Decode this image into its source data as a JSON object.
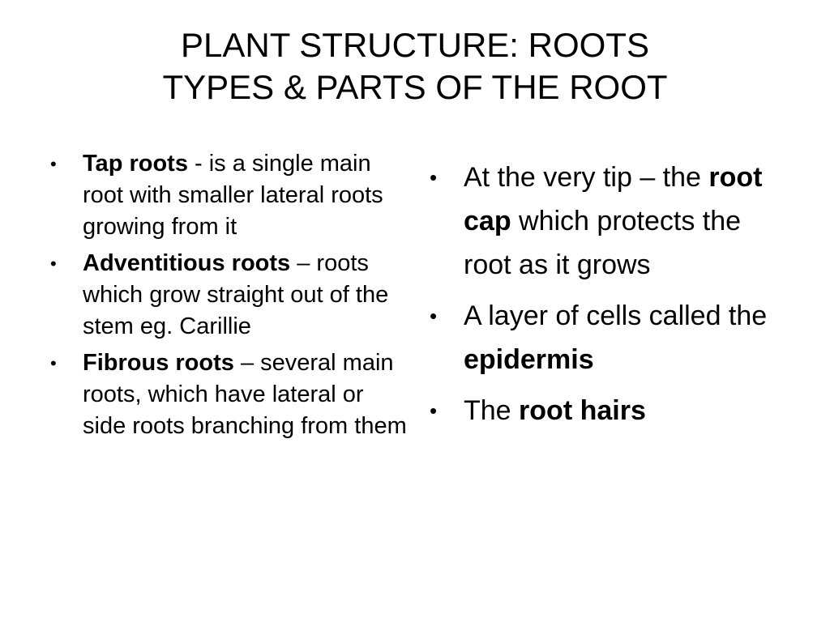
{
  "slide": {
    "title_line1": "PLANT STRUCTURE: ROOTS",
    "title_line2": "TYPES  & PARTS OF THE ROOT",
    "left_items": [
      {
        "term": "Tap roots",
        "text": " - is a single main root with smaller lateral roots growing from it"
      },
      {
        "term": "Adventitious roots",
        "text": " – roots which grow straight out of the stem eg. Carillie"
      },
      {
        "term": "Fibrous roots",
        "text": " – several main roots, which have lateral or side roots branching from them"
      }
    ],
    "right_items": [
      {
        "before": "At the very tip – the ",
        "term": "root cap",
        "after": " which protects the root as it grows"
      },
      {
        "before": "A layer of cells called the ",
        "term": "epidermis",
        "after": ""
      },
      {
        "before": "The ",
        "term": "root hairs",
        "after": ""
      }
    ],
    "bullet_glyph": "•"
  }
}
